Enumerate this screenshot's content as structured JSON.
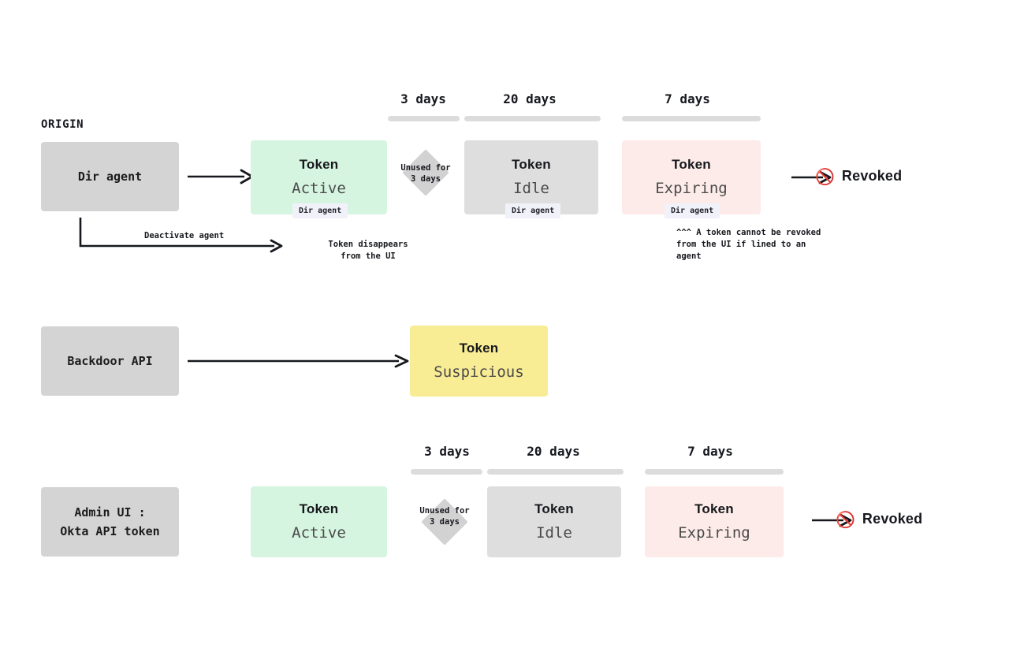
{
  "diagram": {
    "origin_label": "ORIGIN",
    "timelines": [
      {
        "label": "3 days"
      },
      {
        "label": "20 days"
      },
      {
        "label": "7 days"
      }
    ],
    "timelines_bottom": [
      {
        "label": "3 days"
      },
      {
        "label": "20 days"
      },
      {
        "label": "7 days"
      }
    ],
    "rows": [
      {
        "id": "dir-agent-row",
        "source": "Dir agent",
        "states": [
          {
            "title": "Token",
            "state": "Active",
            "chip": "Dir agent"
          },
          {
            "title": "Token",
            "state": "Idle",
            "chip": "Dir agent"
          },
          {
            "title": "Token",
            "state": "Expiring",
            "chip": "Dir agent"
          }
        ],
        "gate": "Unused for\n3 days",
        "terminal": {
          "icon": "prohibited-icon",
          "glyph": "🚫",
          "label": "Revoked"
        },
        "branch": {
          "edge_label": "Deactivate agent",
          "target": "Token disappears\nfrom the UI"
        },
        "footnote": "^^^ A token cannot be revoked\nfrom the UI if lined to an\nagent"
      },
      {
        "id": "backdoor-api-row",
        "source": "Backdoor API",
        "states": [
          {
            "title": "Token",
            "state": "Suspicious"
          }
        ]
      },
      {
        "id": "admin-ui-row",
        "source": "Admin UI :\nOkta API token",
        "states": [
          {
            "title": "Token",
            "state": "Active"
          },
          {
            "title": "Token",
            "state": "Idle"
          },
          {
            "title": "Token",
            "state": "Expiring"
          }
        ],
        "gate": "Unused for\n3 days",
        "terminal": {
          "icon": "prohibited-icon",
          "glyph": "🚫",
          "label": "Revoked"
        }
      }
    ],
    "colors": {
      "source_box": "#d4d4d4",
      "active": "#d6f5e0",
      "idle": "#dedede",
      "expiring": "#fcebe8",
      "suspicious": "#f8ec94",
      "chip": "#f1f1fa",
      "timeline_bar": "#dcdcdc",
      "diamond": "#d2d2d2",
      "revoked": "#e02a1f"
    }
  }
}
